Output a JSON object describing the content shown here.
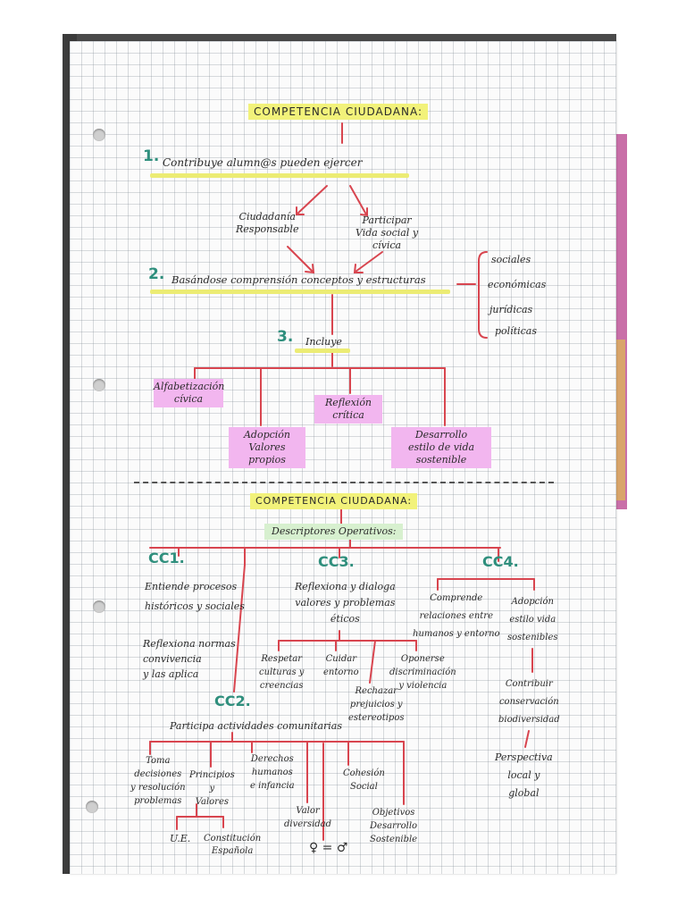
{
  "title1": "COMPETENCIA CIUDADANA:",
  "step1": {
    "num": "1.",
    "text": "Contribuye alumn@s pueden ejercer",
    "a": "Ciudadanía\nResponsable",
    "b": "Participar\nVida social y\ncívica"
  },
  "step2": {
    "num": "2.",
    "text": "Basándose comprensión conceptos y estructuras",
    "list": [
      "sociales",
      "económicas",
      "jurídicas",
      "políticas"
    ]
  },
  "step3": {
    "num": "3.",
    "text": "Incluye",
    "items": [
      "Alfabetización\ncívica",
      "Adopción\nValores\npropios",
      "Reflexión\ncrítica",
      "Desarrollo\nestilo de vida\nsostenible"
    ]
  },
  "title2": "COMPETENCIA CIUDADANA:",
  "descriptores": "Descriptores Operativos:",
  "cc1": {
    "label": "CC1.",
    "t1": "Entiende procesos\nhistóricos y sociales",
    "t2": "Reflexiona normas\nconvivencia\ny las aplica"
  },
  "cc3": {
    "label": "CC3.",
    "text": "Reflexiona y dialoga\nvalores y problemas\néticos",
    "items": [
      "Respetar\nculturas y\ncreencias",
      "Cuidar\nentorno",
      "Rechazar\nprejuicios y\nestereotipos",
      "Oponerse\ndiscriminación\ny violencia"
    ]
  },
  "cc4": {
    "label": "CC4.",
    "left": "Comprende\nrelaciones entre\nhumanos y entorno",
    "right": "Adopción\nestilo vida\nsostenibles",
    "r2": "Contribuir\nconservación\nbiodiversidad",
    "r3": "Perspectiva\nlocal y\nglobal"
  },
  "cc2": {
    "label": "CC2.",
    "text": "Participa actividades comunitarias",
    "items": [
      "Toma\ndecisiones\ny resolución\nproblemas",
      "Principios\ny\nValores",
      "Derechos\nhumanos\ne infancia",
      "Valor\ndiversidad",
      "Cohesión\nSocial",
      "Objetivos\nDesarrollo\nSostenible"
    ],
    "sub": [
      "U.E.",
      "Constitución\nEspañola"
    ],
    "symbols": "♀ = ♂"
  },
  "colors": {
    "line": "#d8454f",
    "highlight_yellow": "#f2f27a",
    "highlight_pink": "#f2b6ef",
    "highlight_green": "#d7f0cf",
    "numbers": "#2f8f7d"
  }
}
